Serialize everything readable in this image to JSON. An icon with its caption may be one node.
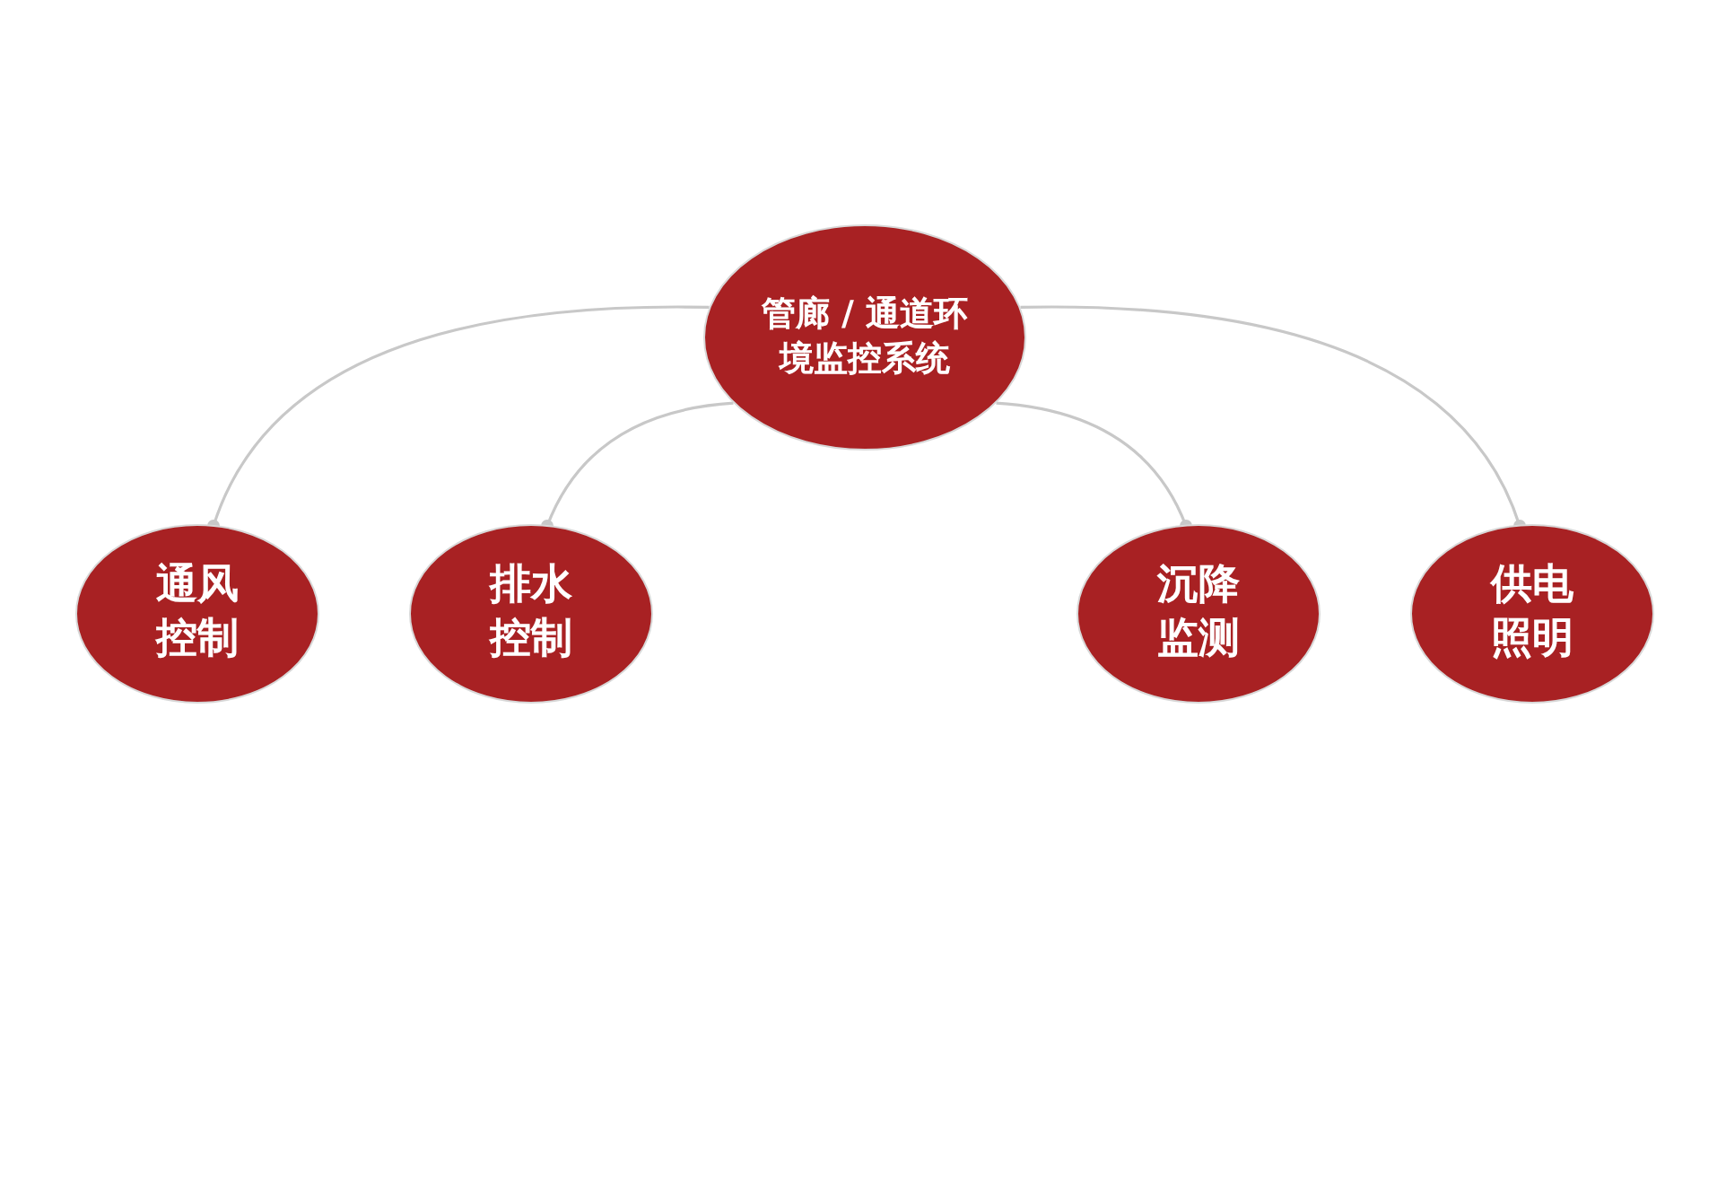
{
  "diagram": {
    "nodes": [
      {
        "text": [
          "管廊 / 通道环境监控系统"
        ]
      },
      {
        "text": [
          "通风控制"
        ]
      },
      {
        "text": [
          "排水控制"
        ]
      },
      {
        "text": [
          "沉降监测"
        ]
      },
      {
        "text": [
          "供电照明"
        ]
      }
    ],
    "edges": [
      {
        "from": 0,
        "to": 1,
        "arrow": "other"
      },
      {
        "from": 0,
        "to": 2,
        "arrow": "other"
      },
      {
        "from": 0,
        "to": 3,
        "arrow": "other"
      },
      {
        "from": 0,
        "to": 4,
        "arrow": "other"
      }
    ]
  }
}
